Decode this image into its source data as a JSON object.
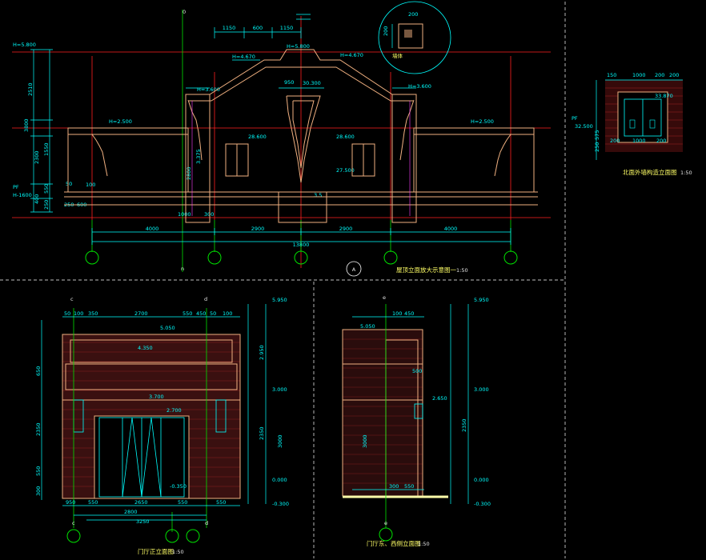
{
  "colors": {
    "background": "#000000",
    "dimension": "#00ffff",
    "outline": "#f0b080",
    "grid_line": "#00ff00",
    "axis_red": "#ff2020",
    "text_yellow": "#ffff66",
    "divider_white": "#ffffff",
    "magenta": "#ff40ff",
    "brick_red": "#a02020",
    "ground": "#ffffaa"
  },
  "top_elevation": {
    "title": "屋顶立面放大示意图一",
    "scale": "1:50",
    "axis_marker": "A",
    "axis_top_label": "0",
    "axis_bottom_label": "n",
    "span_dims": [
      "4000",
      "2900",
      "2900",
      "4000"
    ],
    "total_dim": "13800",
    "top_dims": [
      "1150",
      "600",
      "1150"
    ],
    "level_labels": [
      "H=5.800",
      "H=4.670",
      "H=4.670",
      "H=5.800",
      "H=3.600",
      "H=3.600",
      "H=2.500",
      "H=2.500"
    ],
    "left_vertical_dims": [
      "2510",
      "3800",
      "1550",
      "2300",
      "550",
      "400",
      "250"
    ],
    "inner_labels": [
      "950",
      "30.300",
      "28.600",
      "28.600",
      "27.500",
      "3.375",
      "2800",
      "600",
      "300",
      "1000",
      "100",
      "50",
      "250",
      "3.5"
    ],
    "left_labels": [
      "PF",
      "H-1600"
    ]
  },
  "detail": {
    "dim_200": "200",
    "dim_200b": "200",
    "label": "墙体"
  },
  "side_panel": {
    "title": "北面外墙构造立面图",
    "scale": "1:50",
    "top_dims": [
      "150",
      "1000",
      "200",
      "200"
    ],
    "level": "32.500",
    "pf": "PF",
    "dim_a": "33.870",
    "dim_b": "200",
    "dim_c": "1000",
    "dim_d": "200",
    "side_dims": [
      "575",
      "250"
    ]
  },
  "front_elevation": {
    "title": "门厅正立面图",
    "scale": "1:50",
    "top_axis_left": "c",
    "top_axis_right": "d",
    "bottom_axis_left": "c",
    "bottom_axis_right": "d",
    "top_dims": [
      "50",
      "100",
      "350",
      "2700",
      "550",
      "450",
      "50",
      "100"
    ],
    "width_dims": [
      "5.050",
      "4.350",
      "3.700",
      "2.700"
    ],
    "bottom_dims": [
      "950",
      "550",
      "2650",
      "550",
      "550",
      "2800",
      "3250"
    ],
    "right_levels": [
      "5.950",
      "3.000",
      "0.000",
      "-0.300"
    ],
    "right_dims": [
      "2.950",
      "3000",
      "2350"
    ],
    "left_dims": [
      "2350",
      "650",
      "550",
      "300"
    ],
    "door_label": "-0.350"
  },
  "side_elevation": {
    "title": "门厅东、西侧立面图",
    "scale": "1:50",
    "top_axis": "e",
    "bottom_axis": "e",
    "levels": [
      "5.950",
      "3.000",
      "0.000",
      "-0.300",
      "2.650"
    ],
    "dims": [
      "5.050",
      "3000",
      "2350",
      "550",
      "300",
      "100",
      "450",
      "500"
    ]
  }
}
